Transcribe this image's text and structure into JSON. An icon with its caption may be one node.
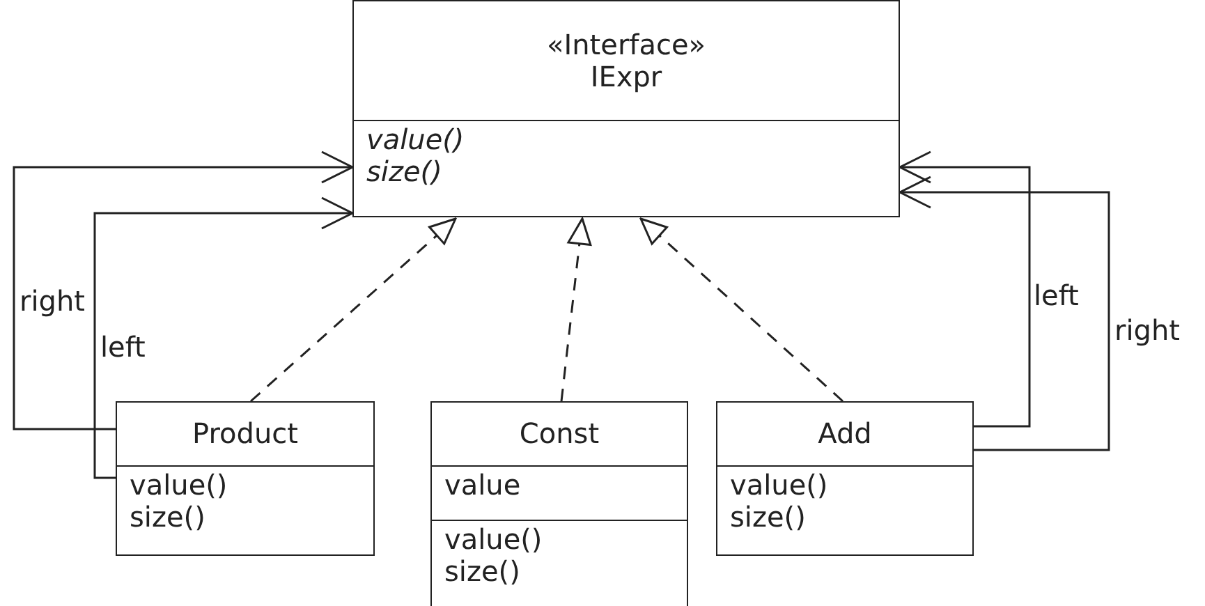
{
  "diagram": {
    "nodes": [
      {
        "text": [
          "«Interface» IExpr",
          "value() size()"
        ]
      },
      {
        "text": [
          "Product",
          "value() size()"
        ]
      },
      {
        "text": [
          "Const",
          "value",
          "value() size()"
        ]
      },
      {
        "text": [
          "Add",
          "value() size()"
        ]
      }
    ],
    "edges": [
      {
        "from": 1,
        "to": 0,
        "arrow": "to",
        "style": "dashed"
      },
      {
        "from": 2,
        "to": 0,
        "arrow": "to",
        "style": "dashed"
      },
      {
        "from": 3,
        "to": 0,
        "arrow": "to",
        "style": "dashed"
      },
      {
        "from": 1,
        "to": 0,
        "arrow": "to",
        "label": "right"
      },
      {
        "from": 1,
        "to": 0,
        "arrow": "to",
        "label": "left"
      },
      {
        "from": 3,
        "to": 0,
        "arrow": "to",
        "label": "left"
      },
      {
        "from": 3,
        "to": 0,
        "arrow": "to",
        "label": "right"
      }
    ]
  }
}
